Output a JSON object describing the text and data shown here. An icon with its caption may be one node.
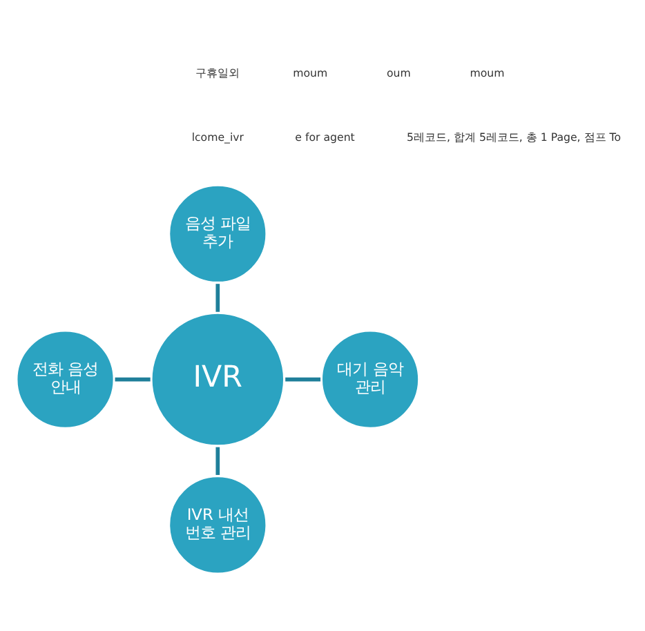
{
  "diagram": {
    "nodes": [
      {
        "text": [
          "음성 파일 추가"
        ]
      },
      {
        "text": [
          "전화 음성 안내"
        ]
      },
      {
        "text": [
          "IVR"
        ]
      },
      {
        "text": [
          "대기 음악 관리"
        ]
      },
      {
        "text": [
          "IVR 내선 번호 관리"
        ]
      }
    ],
    "edges": [
      {
        "from": 0,
        "to": 2,
        "arrow": "none"
      },
      {
        "from": 1,
        "to": 2,
        "arrow": "none"
      },
      {
        "from": 2,
        "to": 3,
        "arrow": "none"
      },
      {
        "from": 2,
        "to": 4,
        "arrow": "none"
      }
    ],
    "labels": [
      "구휴일외",
      "moum",
      "oum",
      "moum",
      "lcome_ivr",
      "e for agent",
      "5레코드, 합계 5레코드, 총 1 Page, 점프 To"
    ]
  }
}
